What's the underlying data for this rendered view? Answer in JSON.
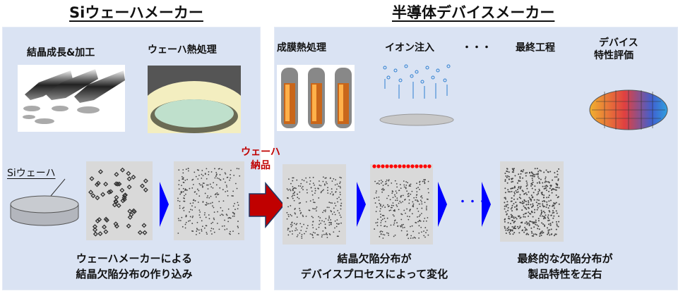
{
  "left": {
    "title": "Siウェーハメーカー",
    "step1": "結晶成長&加工",
    "step2": "ウェーハ熱処理",
    "wafer_label": "Siウェーハ",
    "caption_line1": "ウェーハメーカーによる",
    "caption_line2": "結晶欠陥分布の作り込み"
  },
  "delivery": {
    "line1": "ウェーハ",
    "line2": "納品"
  },
  "right": {
    "title": "半導体デバイスメーカー",
    "step1": "成膜熱処理",
    "step2": "イオン注入",
    "ellipsis": "・・・",
    "step3": "最終工程",
    "step4_line1": "デバイス",
    "step4_line2": "特性評価",
    "dots": "・・・",
    "caption1_line1": "結晶欠陥分布が",
    "caption1_line2": "デバイスプロセスによって変化",
    "caption2_line1": "最終的な欠陥分布が",
    "caption2_line2": "製品特性を左右"
  },
  "colors": {
    "panel": "#dae3f3",
    "arrow_blue": "#0000ff",
    "delivery_red": "#c00000",
    "defect": "#444444"
  }
}
